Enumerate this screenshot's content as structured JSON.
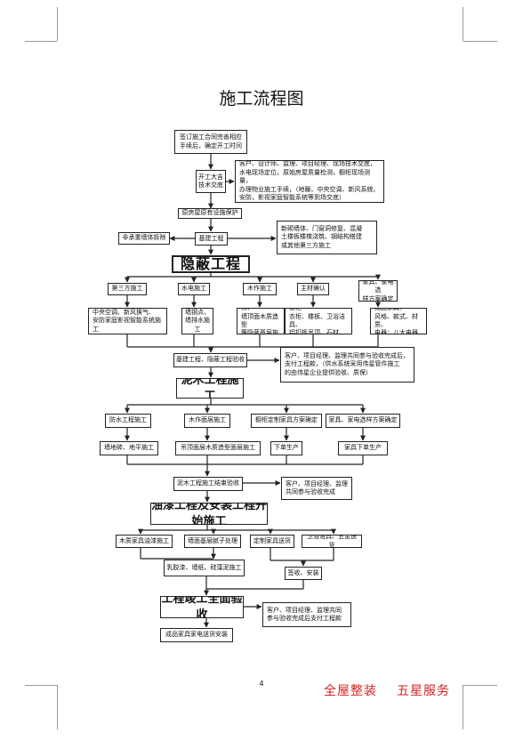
{
  "title": "施工流程图",
  "page_number": "4",
  "slogan": {
    "left": "全屋整装",
    "right": "五星服务"
  },
  "colors": {
    "line": "#222222",
    "slogan": "#d42323"
  },
  "boxes": {
    "contract": "签订施工合同完善相应\n手续后，确定开工时间",
    "kickoff": "开工大吉\n技术交底",
    "kickoff_note": "客户、设计师、监理、项目经理、现场技术交底，\n水电现场定位，原始房屋质量检测，橱柜现场测量，\n办理物业施工手续，（地暖、中央空调、新风系统、\n安防，影视家庭智能系统等到场交底）",
    "protect": "原房屋原有设施保护",
    "wall_demo": "非承重墙体拆除",
    "base": "基建工程",
    "base_note": "新砌墙体、门窗洞修复、混凝\n土楼板楼梯浇筑、钢结构搭建\n或其他第三方施工",
    "hidden": "隐蔽工程",
    "third_party": "第三方施工",
    "plumb_elec": "水电施工",
    "carpentry": "木作施工",
    "main_material": "主材确认",
    "furniture_select": "家具、家电选\n样方案确定",
    "third_party_note": "中央空调、新风换气、\n安防家庭影视智能系统施工",
    "plumb_note": "墙钢点、\n墙排水施工",
    "carpentry_note": "轻钢龙骨吊顶、\n墙顶面木质造型\n等隐蔽基层施工",
    "material_note": "（墙地砖、门、定制橱柜\n衣柜、楼板、卫浴洁具、\n铝扣板吊顶、石材、硅藻泥等）",
    "furniture_note": "成品家具：\n风格、款式、材质、\n电器：八大电器",
    "hidden_accept": "基建工程、隐蔽工程验收",
    "hidden_accept_note": "客户、项目经理、监理共同参与验收完成后，\n支付工程款，（供水系统采用伟星管件施工\n的由伟星企业提供验收、质保）",
    "masonry": "泥木工程施工",
    "waterproof": "防水工程施工",
    "wood_base": "木作面层施工",
    "cabinet_plan": "橱柜定制家具方案确定",
    "appliance_plan": "家具、家电选样方案确定",
    "tile": "墙地砖、地平施工",
    "ceiling": "吊顶面层木质造型面层施工",
    "order1": "下单生产",
    "order2": "家具下单生产",
    "masonry_accept": "泥木工程施工结束验收",
    "masonry_accept_note": "客户、项目经理、监理\n共同参与验收完成",
    "paint": "油漆工程及安装工程开始施工",
    "wood_paint": "木质家具油漆施工",
    "wall_putty": "墙面基层腻子处理",
    "custom_delivery": "定制家具送货",
    "sanitary": "卫浴洁具、五金送货",
    "latex": "乳胶漆、墙纸、硅藻泥施工",
    "sign_install": "签收、安装",
    "completion": "工程竣工全面验收",
    "completion_note": "客户、项目经理、监理共同\n参与验收完成后支付工程款",
    "final_delivery": "成品家具家电送货安装"
  }
}
